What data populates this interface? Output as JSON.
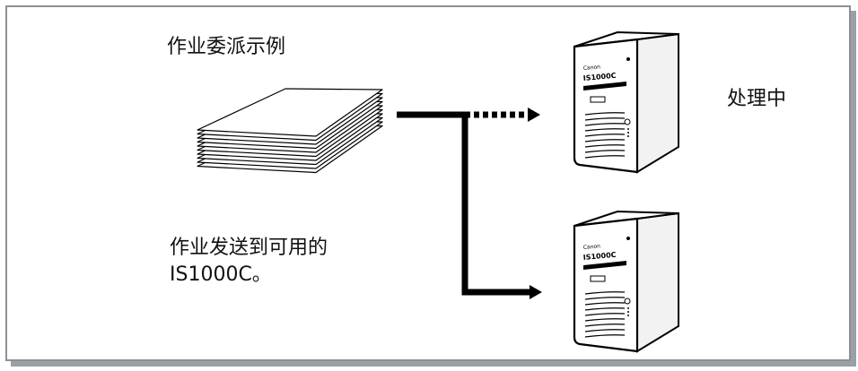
{
  "labels": {
    "job_dispatch_example": "作业委派示例",
    "processing": "处理中",
    "job_sent_line1": "作业发送到可用的",
    "job_sent_line2": "IS1000C。"
  },
  "server": {
    "brand_text": "Canon",
    "model_text": "IS1000C",
    "count": 2
  },
  "colors": {
    "frame_border": "#8c9096",
    "ink": "#000000"
  }
}
